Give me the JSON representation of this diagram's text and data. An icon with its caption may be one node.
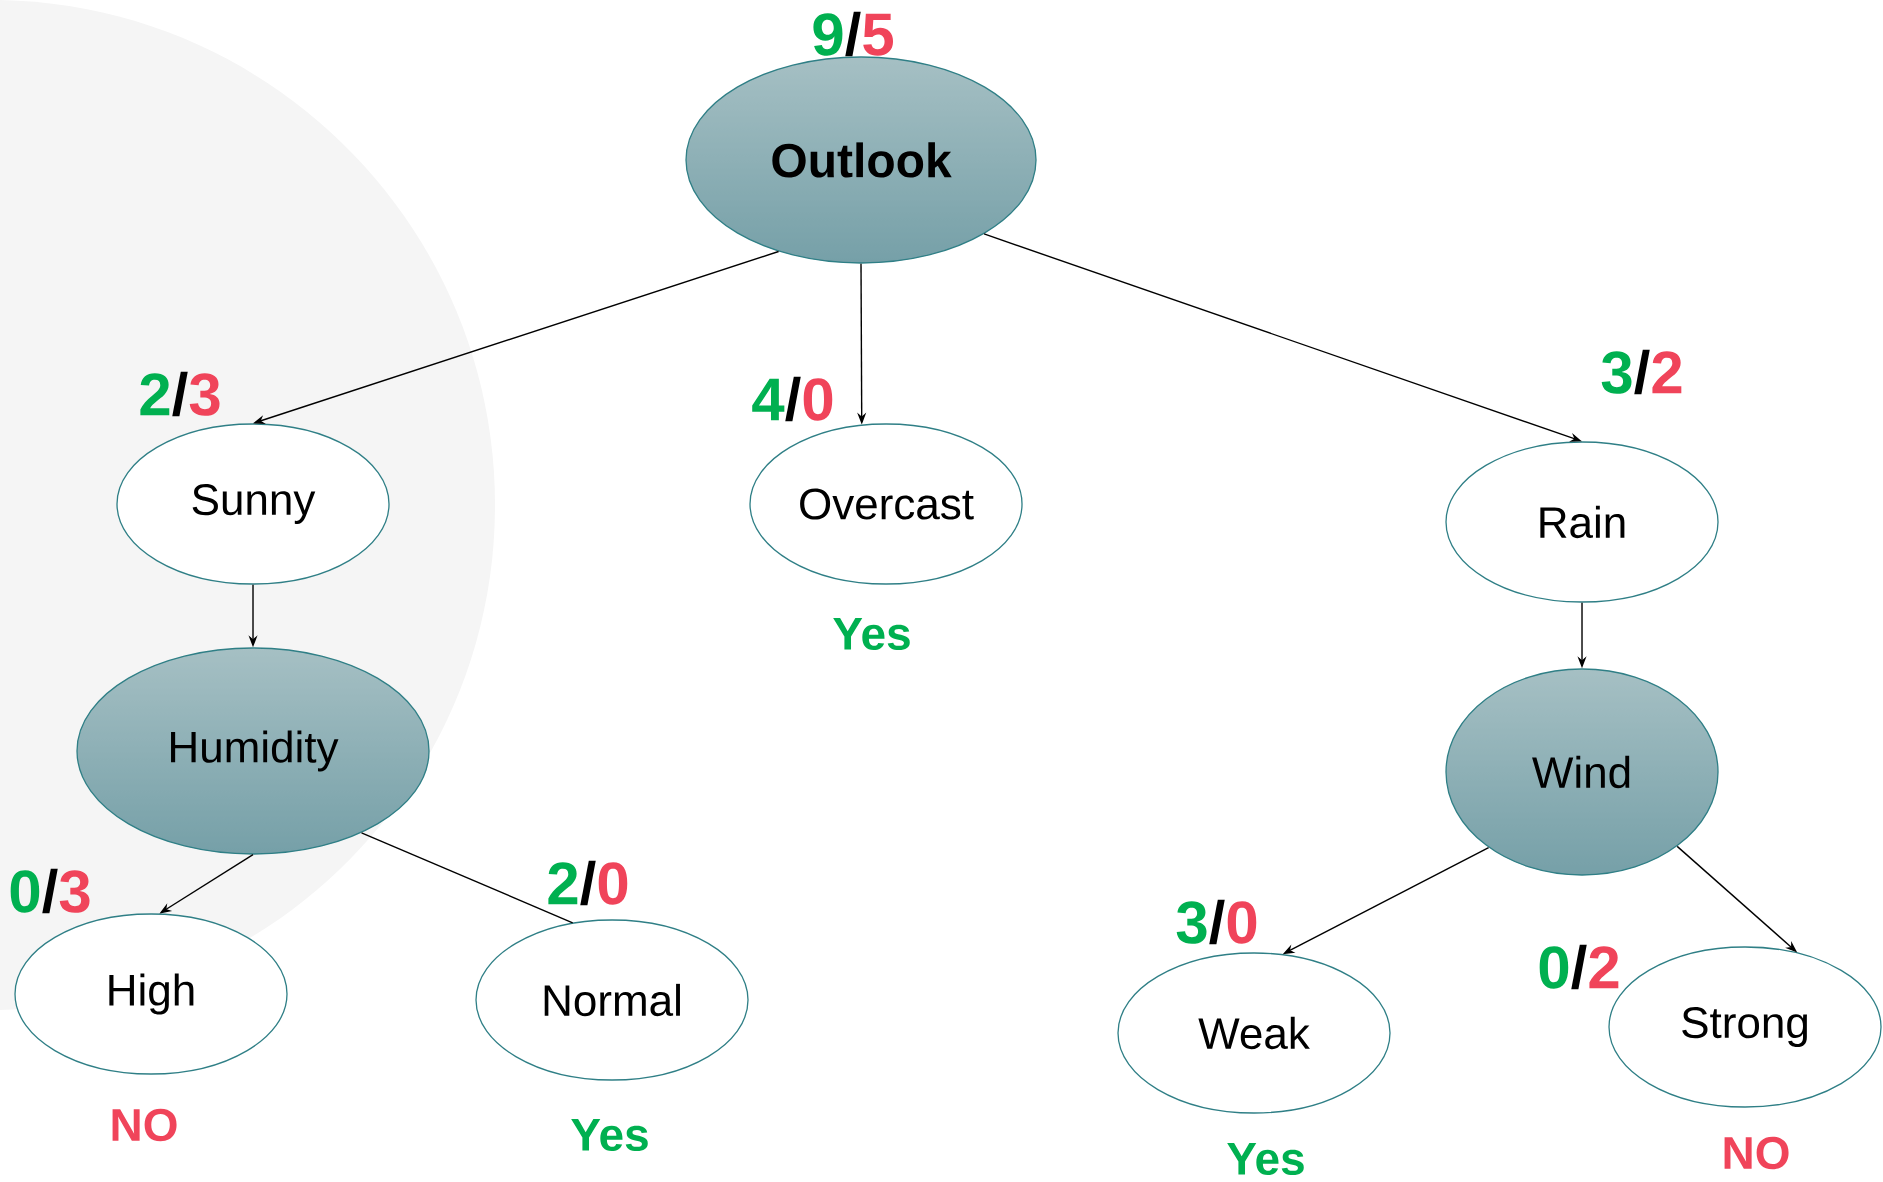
{
  "diagram": {
    "nodes": [
      {
        "text": [
          "Outlook"
        ],
        "beside": [
          "9",
          "/",
          "5"
        ]
      },
      {
        "text": [
          "Sunny"
        ],
        "beside": [
          "2",
          "/",
          "3"
        ]
      },
      {
        "text": [
          "Overcast"
        ],
        "beside": [
          "4",
          "/",
          "0",
          "Yes"
        ]
      },
      {
        "text": [
          "Rain"
        ],
        "beside": [
          "3",
          "/",
          "2"
        ]
      },
      {
        "text": [
          "Humidity"
        ]
      },
      {
        "text": [
          "Wind"
        ]
      },
      {
        "text": [
          "High"
        ],
        "beside": [
          "0",
          "/",
          "3",
          "NO"
        ]
      },
      {
        "text": [
          "Normal"
        ],
        "beside": [
          "2",
          "/",
          "0",
          "Yes"
        ]
      },
      {
        "text": [
          "Weak"
        ],
        "beside": [
          "3",
          "/",
          "0",
          "Yes"
        ]
      },
      {
        "text": [
          "Strong"
        ],
        "beside": [
          "0",
          "/",
          "2",
          "NO"
        ]
      }
    ],
    "edges": [
      {
        "from": 0,
        "to": 1,
        "arrow": "to"
      },
      {
        "from": 0,
        "to": 2,
        "arrow": "to"
      },
      {
        "from": 0,
        "to": 3,
        "arrow": "to"
      },
      {
        "from": 1,
        "to": 4,
        "arrow": "to"
      },
      {
        "from": 4,
        "to": 6,
        "arrow": "to"
      },
      {
        "from": 4,
        "to": 7,
        "arrow": "none"
      },
      {
        "from": 3,
        "to": 5,
        "arrow": "to"
      },
      {
        "from": 5,
        "to": 8,
        "arrow": "to"
      },
      {
        "from": 5,
        "to": 9,
        "arrow": "to"
      }
    ]
  }
}
